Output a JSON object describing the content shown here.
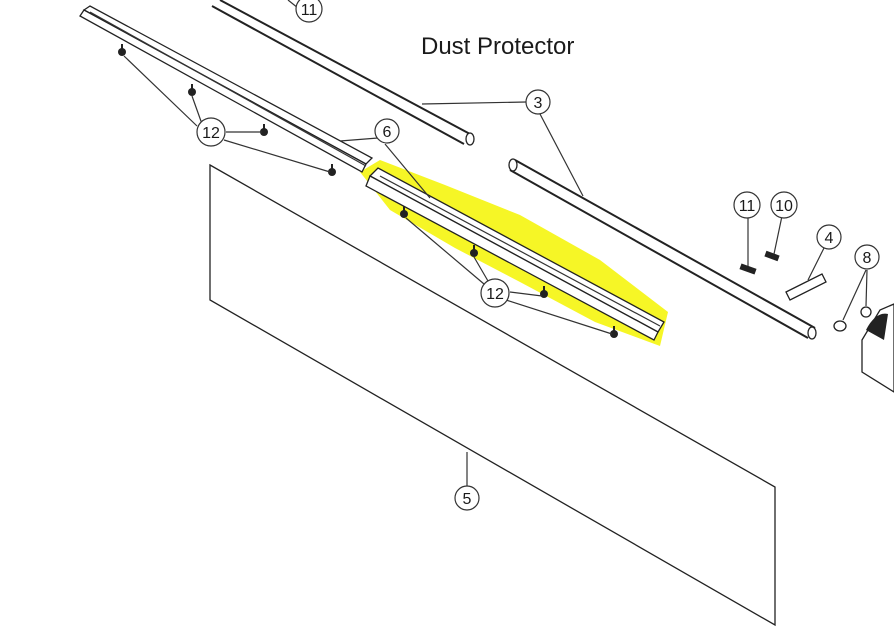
{
  "title": "Dust Protector",
  "highlight_color": "#f5f51a",
  "callouts": {
    "c11_top": "11",
    "c3": "3",
    "c6": "6",
    "c12_left": "12",
    "c12_mid": "12",
    "c11_right": "11",
    "c10": "10",
    "c4": "4",
    "c8": "8",
    "c5": "5"
  }
}
